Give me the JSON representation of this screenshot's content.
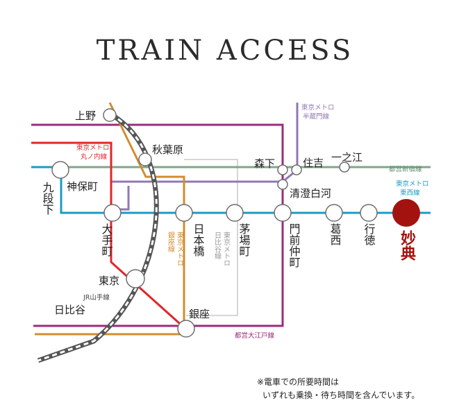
{
  "title": "TRAIN ACCESS",
  "colors": {
    "oedo": "#9b2b7a",
    "marunouchi": "#e0262b",
    "hanzomon": "#9077b4",
    "shinjuku": "#7ca88a",
    "tozai": "#1a9bc3",
    "ginza": "#d38c2f",
    "hibiya": "#c8c8c8",
    "yamanote": "#555555",
    "destination": "#a4120f"
  },
  "lines": {
    "oedo": "都営大江戸線",
    "marunouchi_1": "東京メトロ",
    "marunouchi_2": "丸ノ内線",
    "hanzomon_1": "東京メトロ",
    "hanzomon_2": "半蔵門線",
    "shinjuku": "都営新宿線",
    "tozai_1": "東京メトロ",
    "tozai_2": "東西線",
    "ginza_1": "東京メトロ",
    "ginza_2": "銀座線",
    "hibiya_1": "東京メトロ",
    "hibiya_2": "日比谷線",
    "yamanote": "JR山手線"
  },
  "stations": {
    "ueno": "上野",
    "akihabara": "秋葉原",
    "morishita": "森下",
    "sumiyoshi": "住吉",
    "ichinoe": "一之江",
    "jimbocho": "神保町",
    "kudanshita": "九段下",
    "kiyosumi": "清澄白河",
    "otemachi": "大手町",
    "nihonbashi": "日本橋",
    "kayabacho": "茅場町",
    "monzen": "門前仲町",
    "kasai": "葛西",
    "gyotoku": "行徳",
    "tokyo": "東京",
    "hibiya": "日比谷",
    "ginza": "銀座"
  },
  "destination": "妙典",
  "note": {
    "line1": "※電車での所要時間は",
    "line2": "いずれも乗換・待ち時間を含んでいます。"
  }
}
